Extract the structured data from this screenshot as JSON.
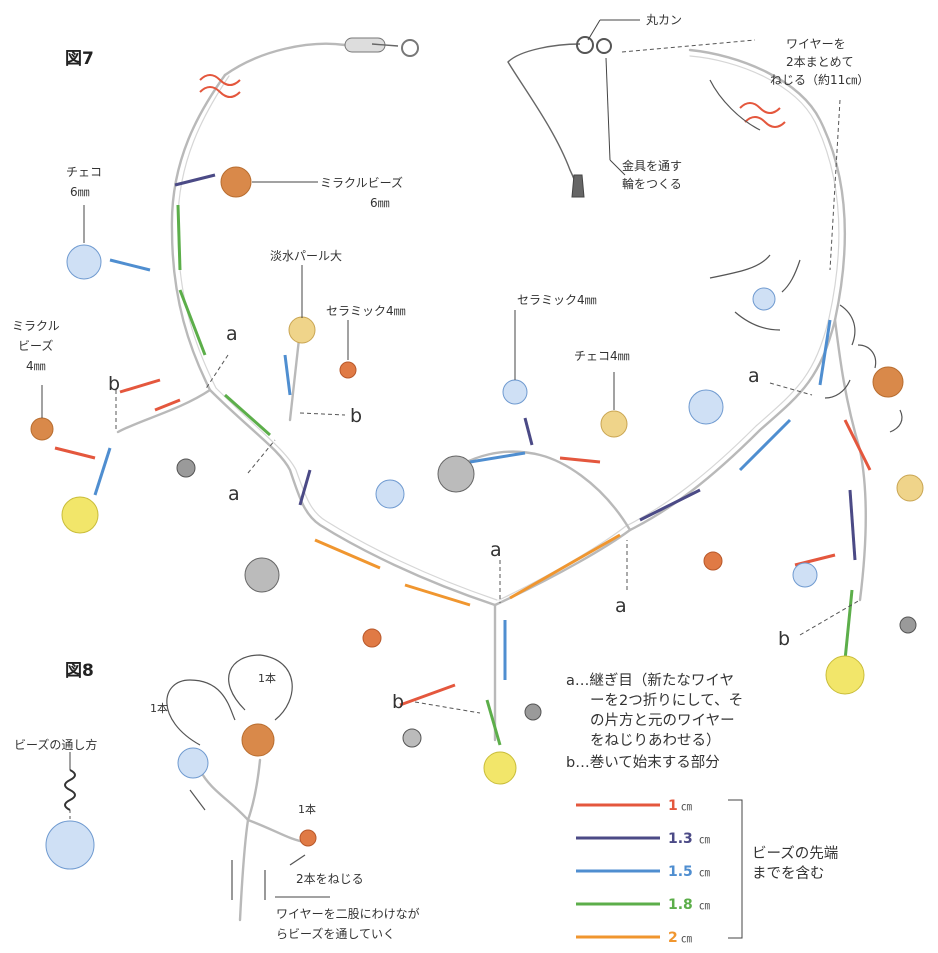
{
  "figures": {
    "fig7_title": "図7",
    "fig8_title": "図8"
  },
  "fig7_labels": {
    "maru_kan": "丸カン",
    "wire_twist": [
      "ワイヤーを",
      "2本まとめて",
      "ねじる（約11㎝）"
    ],
    "kanagu": [
      "金具を通す",
      "輪をつくる"
    ],
    "czech6": [
      "チェコ",
      "6㎜"
    ],
    "miracle6": [
      "ミラクルビーズ",
      "6㎜"
    ],
    "pearl": "淡水パール大",
    "ceramic_left": "セラミック4㎜",
    "ceramic_mid": "セラミック4㎜",
    "czech4": "チェコ4㎜",
    "miracle4": [
      "ミラクル",
      "ビーズ",
      "4㎜"
    ]
  },
  "markers": {
    "a": "a",
    "b": "b"
  },
  "notes": {
    "a_note": [
      "a…継ぎ目（新たなワイヤ",
      "ーを2つ折りにして、そ",
      "の片方と元のワイヤー",
      "をねじりあわせる）"
    ],
    "b_note": "b…巻いて始末する部分"
  },
  "fig8_labels": {
    "bead_thread": "ビーズの通し方",
    "one_left": "1本",
    "one_top": "1本",
    "one_right": "1本",
    "twist_two": "2本をねじる",
    "split": [
      "ワイヤーを二股にわけなが",
      "らビーズを通していく"
    ]
  },
  "legend": {
    "items": [
      {
        "value": "1",
        "unit": "㎝",
        "color": "#e4573d"
      },
      {
        "value": "1.3",
        "unit": "㎝",
        "color": "#4b4a86"
      },
      {
        "value": "1.5",
        "unit": "㎝",
        "color": "#4f8ed0"
      },
      {
        "value": "1.8",
        "unit": "㎝",
        "color": "#5cae4a"
      },
      {
        "value": "2",
        "unit": "㎝",
        "color": "#f0962f"
      }
    ],
    "bracket_label": [
      "ビーズの先端",
      "までを含む"
    ]
  },
  "colors": {
    "red": "#e4573d",
    "navy": "#4b4a86",
    "blue": "#4f8ed0",
    "green": "#5cae4a",
    "orange": "#f0962f",
    "czech_bead": "#8fb4e0",
    "miracle_bead": "#d9894a",
    "pearl_bead": "#efd48a",
    "ceramic_bead": "#e07a45",
    "grey_bead": "#9a9a9a",
    "yellow_bead": "#f2e66a"
  }
}
